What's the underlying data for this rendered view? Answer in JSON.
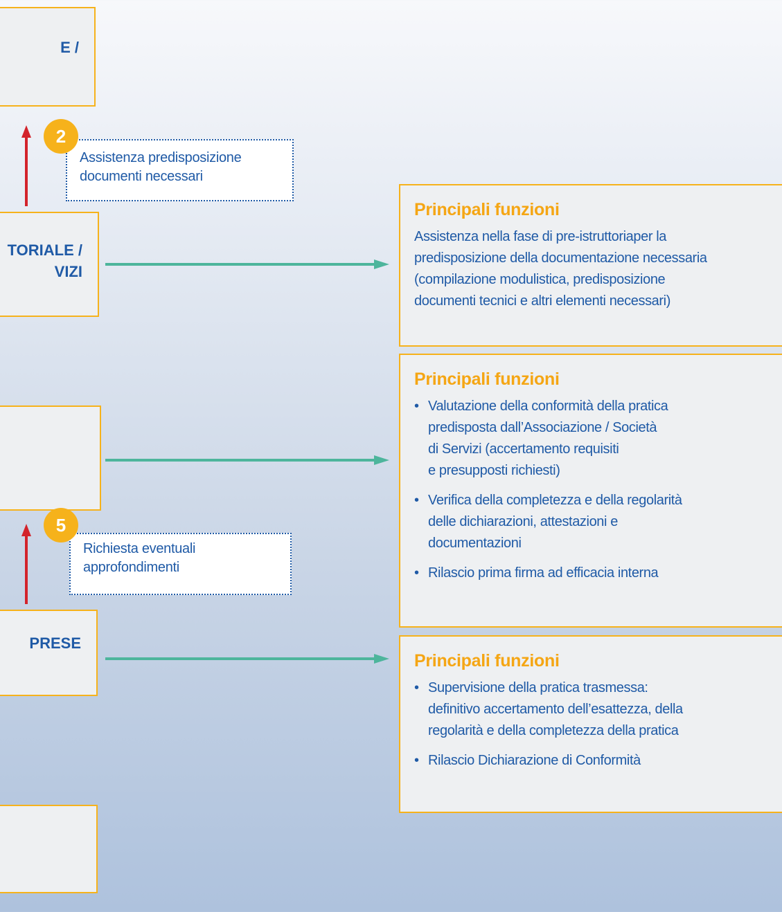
{
  "nodes": [
    {
      "label": "E /"
    },
    {
      "label": "TORIALE /\nVIZI"
    },
    {
      "label": ""
    },
    {
      "label": "PRESE"
    },
    {
      "label": ""
    }
  ],
  "steps": [
    {
      "number": "2",
      "text": "Assistenza predisposizione\ndocumenti necessari"
    },
    {
      "number": "5",
      "text": "Richiesta eventuali\napprofondimenti"
    }
  ],
  "panels": [
    {
      "title": "Principali funzioni",
      "text": "Assistenza nella fase di pre-istruttoriaper la\npredisposizione della documentazione necessaria\n(compilazione modulistica, predisposizione\ndocumenti tecnici e altri elementi necessari)"
    },
    {
      "title": "Principali funzioni",
      "bullets": [
        "Valutazione della conformità della pratica\npredisposta dall’Associazione / Società\ndi Servizi (accertamento requisiti\ne presupposti richiesti)",
        "Verifica della completezza e della regolarità\ndelle dichiarazioni, attestazioni e\ndocumentazioni",
        "Rilascio prima firma ad efficacia interna"
      ]
    },
    {
      "title": "Principali funzioni",
      "bullets": [
        "Supervisione della pratica trasmessa:\ndefinitivo accertamento dell’esattezza, della\nregolarità e della completezza della pratica",
        "Rilascio Dichiarazione di Conformità"
      ]
    }
  ],
  "colors": {
    "accent_orange": "#f6b21b",
    "title_orange": "#f5a614",
    "text_blue": "#1f5aa6",
    "arrow_red": "#d3232b",
    "connector_green": "#4db59c"
  }
}
